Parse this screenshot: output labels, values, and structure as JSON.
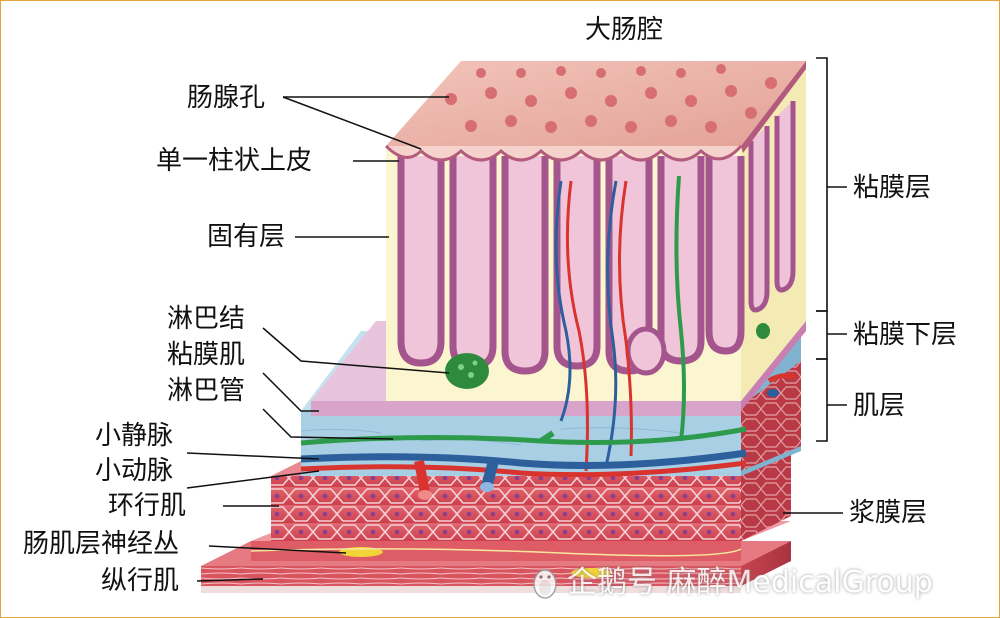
{
  "diagram": {
    "title": "大肠腔",
    "left_labels": {
      "gland_openings": "肠腺孔",
      "simple_columnar_epithelium": "单一柱状上皮",
      "lamina_propria": "固有层",
      "lymph_node": "淋巴结",
      "muscularis_mucosae": "粘膜肌",
      "lymphatic_vessel": "淋巴管",
      "venule": "小静脉",
      "arteriole": "小动脉",
      "circular_muscle": "环行肌",
      "myenteric_plexus": "肠肌层神经丛",
      "longitudinal_muscle": "纵行肌"
    },
    "right_labels": {
      "mucosa": "粘膜层",
      "submucosa": "粘膜下层",
      "muscularis": "肌层",
      "serosa": "浆膜层"
    }
  },
  "watermark": {
    "text": "企鹅号 麻醉MedicalGroup",
    "icon": "penguin-icon"
  },
  "colors": {
    "frame_border": "#e2a33a",
    "epithelium_top": "#eab2a8",
    "lamina_propria": "#fbf6cf",
    "gland": "#b86fa0",
    "submucosa": "#a9cfe4",
    "vein": "#2c5f9c",
    "artery": "#d9332f",
    "lymphatic": "#2e9b4c",
    "muscle": "#d9515a",
    "nerve": "#f2d43a"
  }
}
